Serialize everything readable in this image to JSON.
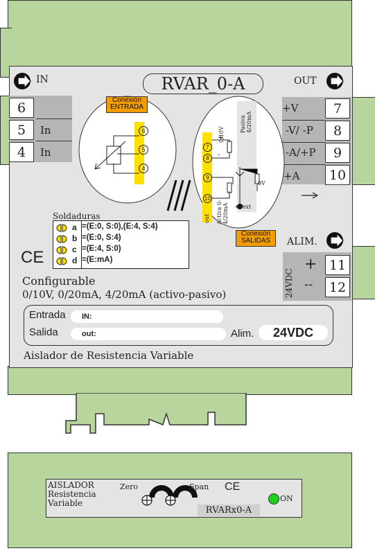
{
  "top_panel": {
    "model": "RVAR_0-A",
    "in_label": "IN",
    "out_label": "OUT",
    "alim_label": "ALIM.",
    "input_terminals": [
      {
        "number": "6",
        "label": ""
      },
      {
        "number": "5",
        "label": "In"
      },
      {
        "number": "4",
        "label": "In"
      }
    ],
    "output_terminals": [
      {
        "number": "7",
        "label": "+V"
      },
      {
        "number": "8",
        "label": "-V/ -P"
      },
      {
        "number": "9",
        "label": "-A/+P"
      },
      {
        "number": "10",
        "label": "+A"
      }
    ],
    "power_terminals": [
      {
        "number": "11",
        "label": "+"
      },
      {
        "number": "12",
        "label": "--"
      }
    ],
    "power_voltage_label": "24VDC",
    "conexion_entrada": "Conexión ENTRADA",
    "conexion_salidas": "Conexión SALIDAS",
    "input_circle_pins": [
      "6",
      "5",
      "4"
    ],
    "output_circle_pins": [
      "7",
      "8",
      "9",
      "10"
    ],
    "output_labels": {
      "v_range": "0/10V",
      "pasiva": "Pasiva 4/20mA",
      "activa": "Activa 0-4/20mA",
      "out": "out",
      "ov": "0V",
      "vext": "+Vext",
      "plus": "+",
      "minus": "-"
    },
    "soldaduras": {
      "title": "Soldaduras",
      "rows": [
        {
          "letter": "a",
          "text": "=(E:0, S:0),(E:4, S:4)"
        },
        {
          "letter": "b",
          "text": "=(E:0, S:4)"
        },
        {
          "letter": "c",
          "text": "=(E:4, S:0)"
        },
        {
          "letter": "d",
          "text": "=(E:mA)"
        }
      ]
    },
    "ce_mark": "CE",
    "configurable": "Configurable",
    "ranges": "0/10V, 0/20mA, 4/20mA (activo-pasivo)",
    "form": {
      "entrada_label": "Entrada",
      "entrada_value": "IN:",
      "salida_label": "Salida",
      "salida_value": "out:",
      "alim_label": "Alim.",
      "alim_value": "24VDC"
    },
    "description": "Aislador de Resistencia Variable"
  },
  "front_panel": {
    "line1": "AISLADOR",
    "line2": "Resistencia",
    "line3": "Variable",
    "zero": "Zero",
    "span": "Span",
    "ce_mark": "CE",
    "model": "RVARx0-A",
    "led_label": "ON"
  },
  "colors": {
    "housing": "#b7d59d",
    "panel": "#e4e4e4",
    "pin": "#ffe000",
    "tag": "#f29c00",
    "led": "#1fd01f"
  }
}
